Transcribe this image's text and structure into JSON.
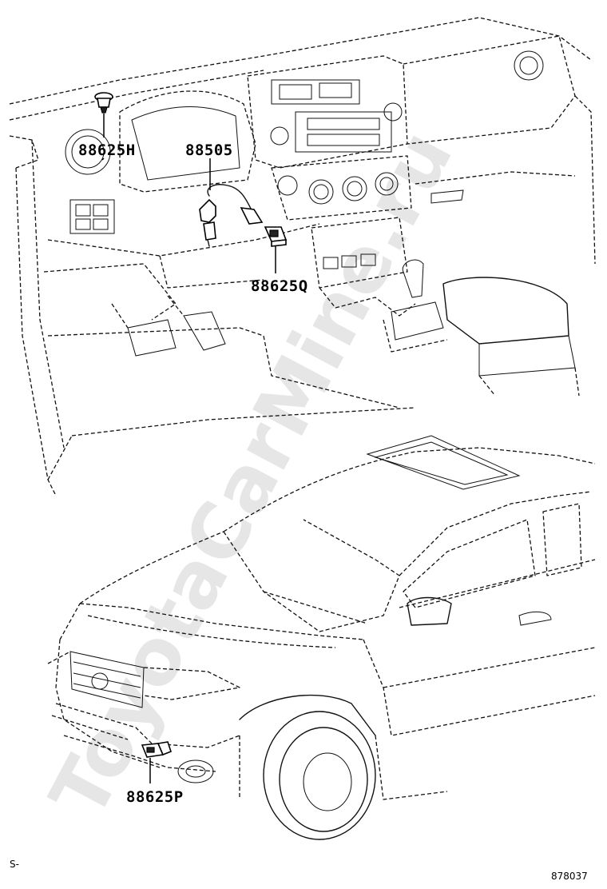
{
  "watermark": "ToyotaCarMine.ru",
  "callouts": {
    "part_88625h": "88625H",
    "part_88505": "88505",
    "part_88625q": "88625Q",
    "part_88625p": "88625P"
  },
  "footer": {
    "section_mark": "S-",
    "illustration_number": "878037"
  }
}
